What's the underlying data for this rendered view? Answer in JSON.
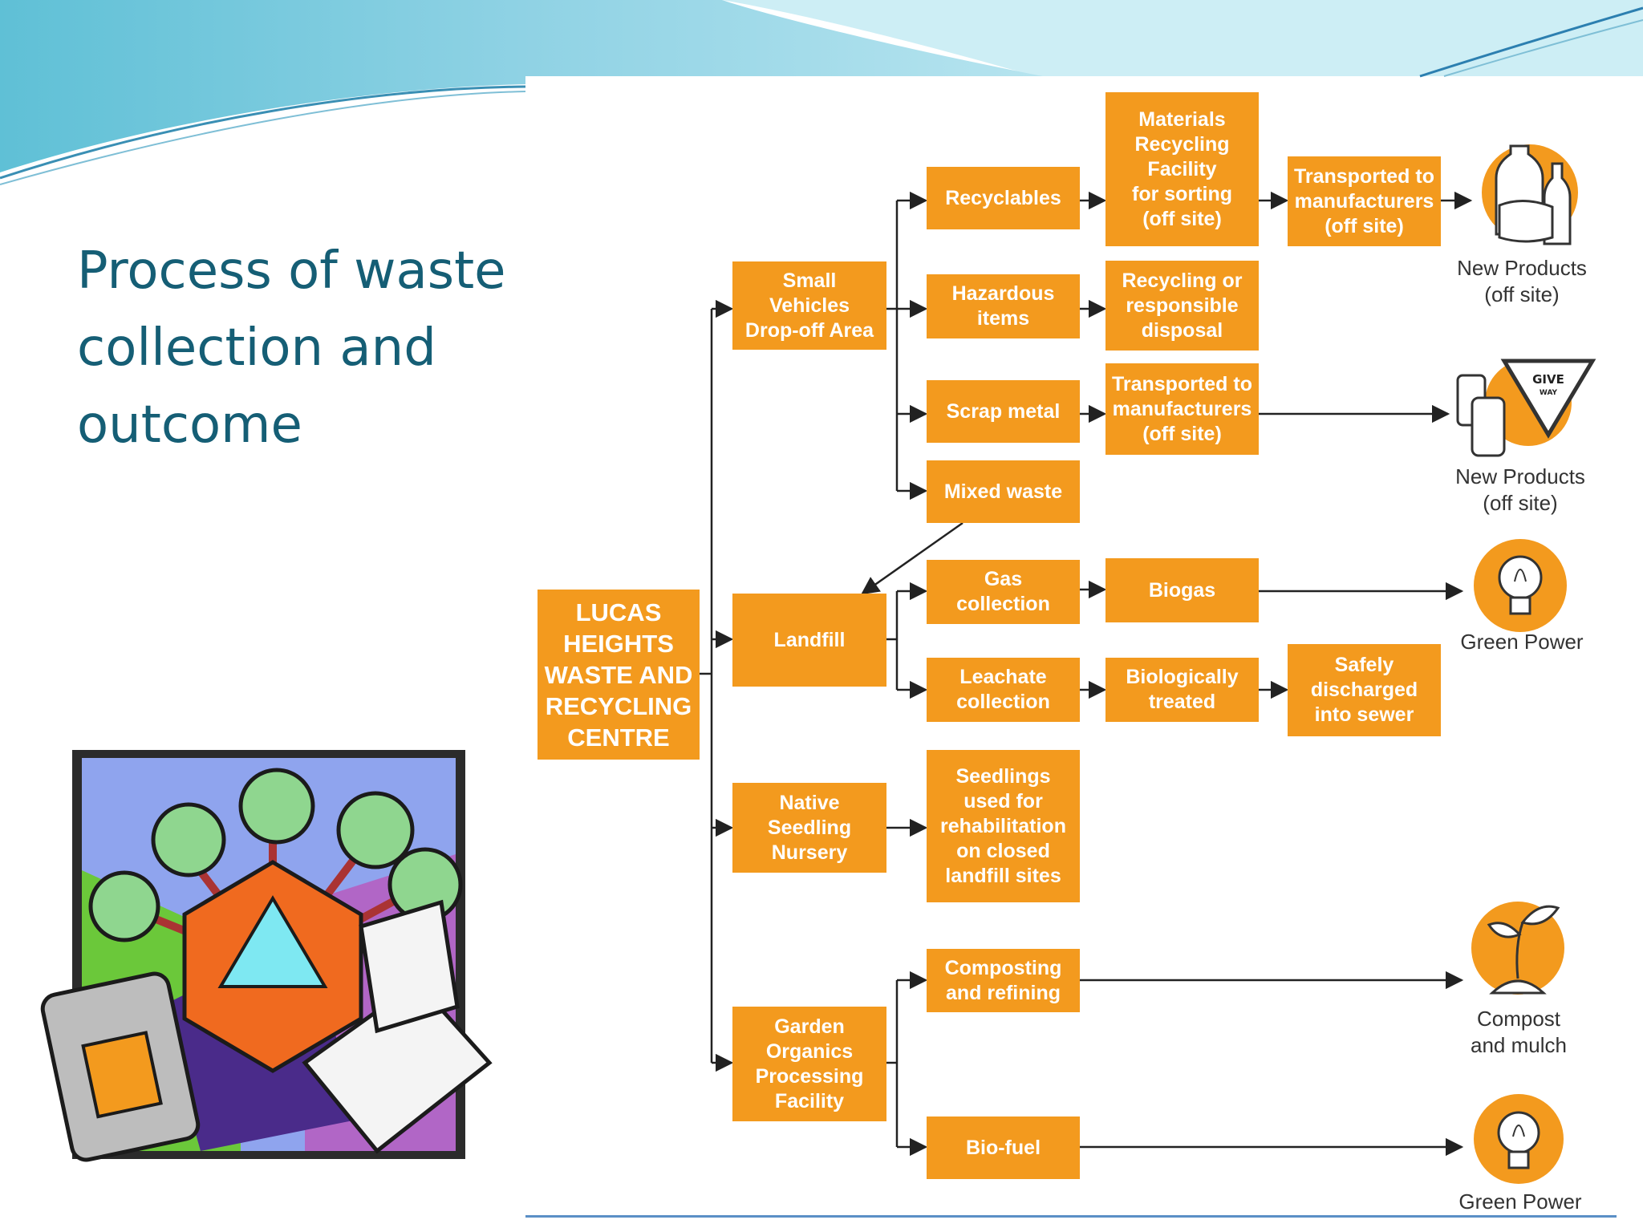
{
  "slide": {
    "title_lines": [
      "Process of waste",
      "collection and",
      "outcome"
    ]
  },
  "diagram": {
    "root": "LUCAS\nHEIGHTS\nWASTE AND\nRECYCLING\nCENTRE",
    "small_vehicles": "Small\nVehicles\nDrop-off Area",
    "landfill": "Landfill",
    "native_seedling_nursery": "Native\nSeedling\nNursery",
    "garden_organics": "Garden\nOrganics\nProcessing\nFacility",
    "recyclables": "Recyclables",
    "hazardous_items": "Hazardous\nitems",
    "scrap_metal": "Scrap metal",
    "mixed_waste": "Mixed waste",
    "materials_recycling_facility": "Materials\nRecycling\nFacility\nfor sorting\n(off site)",
    "transported_manufacturers_1": "Transported to\nmanufacturers\n(off site)",
    "recycling_responsible_disposal": "Recycling or\nresponsible\ndisposal",
    "transported_manufacturers_2": "Transported to\nmanufacturers\n(off site)",
    "gas_collection": "Gas\ncollection",
    "biogas": "Biogas",
    "leachate_collection": "Leachate\ncollection",
    "biologically_treated": "Biologically\ntreated",
    "safely_discharged": "Safely\ndischarged\ninto sewer",
    "seedlings_used": "Seedlings\nused for\nrehabilitation\non closed\nlandfill sites",
    "composting_refining": "Composting\nand refining",
    "bio_fuel": "Bio-fuel",
    "outcome_new_products_1": "New Products\n(off site)",
    "outcome_new_products_2": "New Products\n(off site)",
    "outcome_green_power_1": "Green Power",
    "outcome_compost_mulch": "Compost\nand mulch",
    "outcome_green_power_2": "Green Power",
    "give_way_sign": "GIVE\nWAY"
  },
  "colors": {
    "box_orange": "#f39a1e",
    "title_teal": "#155e75",
    "header_wave": "#7cc8dd",
    "rule_blue": "#5a8fc6"
  },
  "icons": [
    "bottles-icon",
    "cans-give-way-icon",
    "lightbulb-icon",
    "seedling-icon",
    "lightbulb-icon",
    "recycling-clipart-icon"
  ]
}
